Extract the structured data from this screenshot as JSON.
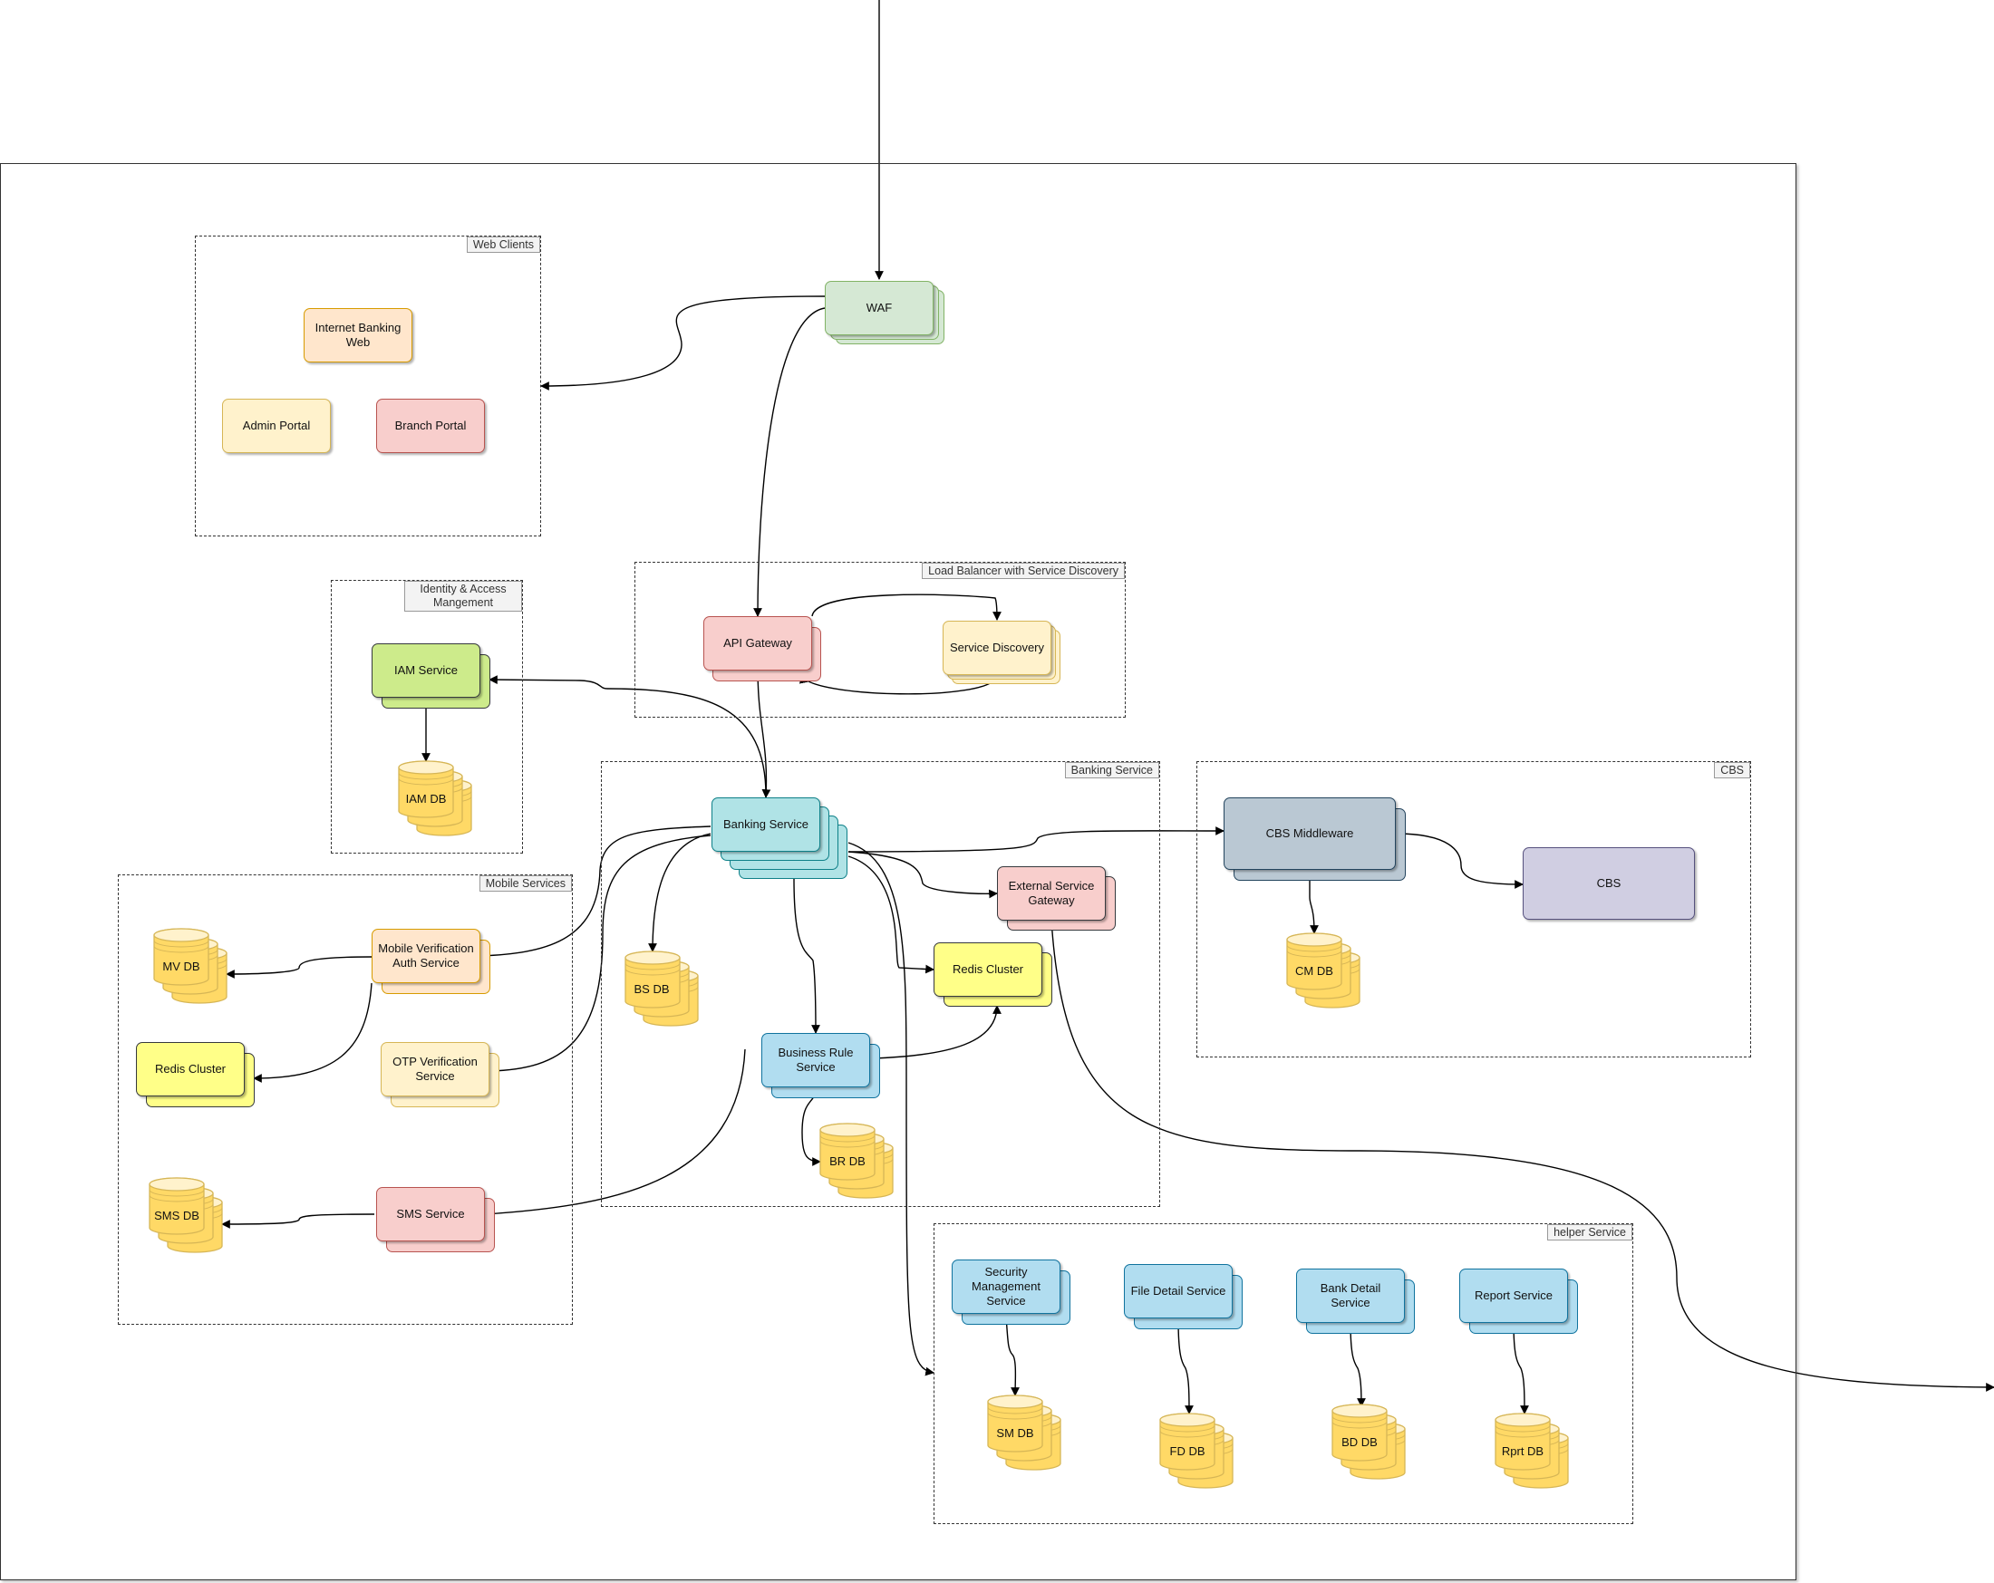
{
  "groups": {
    "web_clients": "Web Clients",
    "identity": "Identity & Access Mangement",
    "load_balancer": "Load Balancer with Service Discovery",
    "banking": "Banking Service",
    "cbs": "CBS",
    "mobile": "Mobile Services",
    "helper": "helper Service"
  },
  "nodes": {
    "waf": "WAF",
    "internet_banking_web": "Internet Banking Web",
    "admin_portal": "Admin Portal",
    "branch_portal": "Branch Portal",
    "api_gateway": "API Gateway",
    "service_discovery": "Service Discovery",
    "iam_service": "IAM Service",
    "iam_db": "IAM DB",
    "banking_service": "Banking Service",
    "external_service_gateway": "External Service Gateway",
    "redis_cluster_banking": "Redis Cluster",
    "bs_db": "BS DB",
    "business_rule_service": "Business Rule Service",
    "br_db": "BR DB",
    "cbs_middleware": "CBS Middleware",
    "cbs": "CBS",
    "cm_db": "CM DB",
    "mobile_verification": "Mobile Verification Auth Service",
    "mv_db": "MV DB",
    "redis_cluster_mobile": "Redis Cluster",
    "otp_verification": "OTP Verification Service",
    "sms_service": "SMS  Service",
    "sms_db": "SMS DB",
    "security_management": "Security Management Service",
    "sm_db": "SM DB",
    "file_detail": "File Detail Service",
    "fd_db": "FD DB",
    "bank_detail": "Bank Detail Service",
    "bd_db": "BD DB",
    "report_service": "Report Service",
    "rprt_db": "Rprt DB"
  },
  "colors": {
    "green": "#d5e8d4",
    "peach": "#ffe6cc",
    "cream": "#fff2cc",
    "pink": "#f8cecc",
    "lime": "#cdeb8b",
    "teal": "#b0e3e6",
    "blue": "#b1ddf0",
    "yellow": "#ffff88",
    "slate": "#bac8d3",
    "lavender": "#d0cee2",
    "db_fill": "#ffd966",
    "db_stroke": "#d6b656"
  }
}
